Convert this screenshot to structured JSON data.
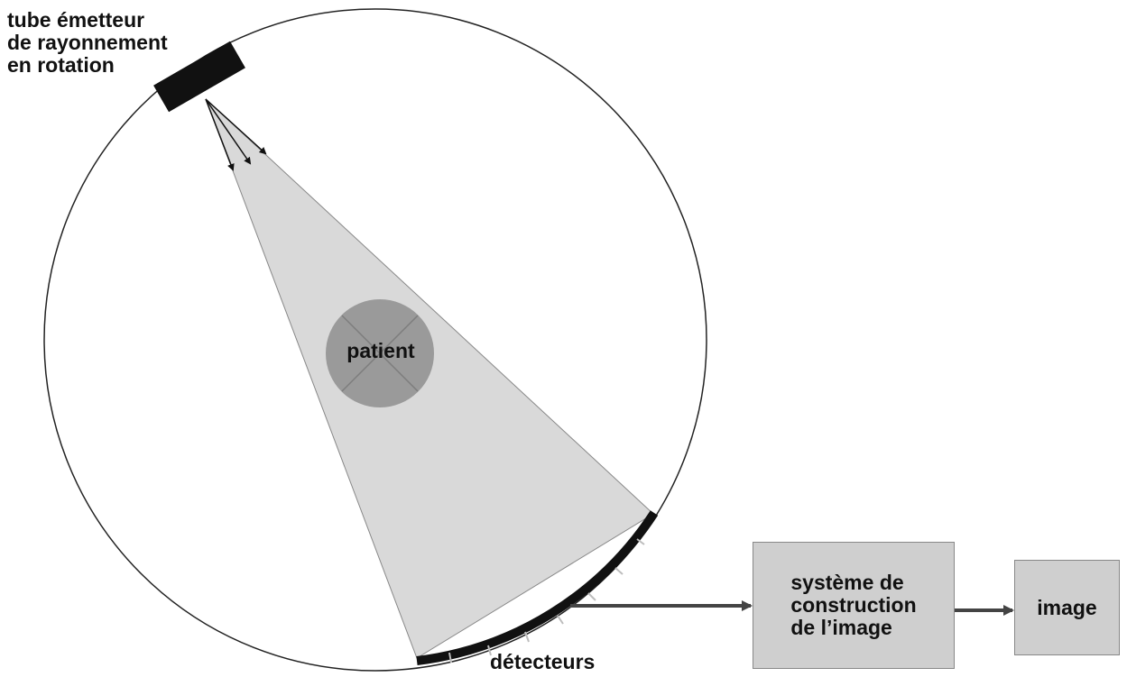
{
  "labels": {
    "tube_line1": "tube émetteur",
    "tube_line2": "de rayonnement",
    "tube_line3": "en rotation",
    "patient": "patient",
    "detectors": "détecteurs"
  },
  "boxes": {
    "construction_line1": "système de",
    "construction_line2": "construction",
    "construction_line3": "de l’image",
    "image": "image"
  }
}
